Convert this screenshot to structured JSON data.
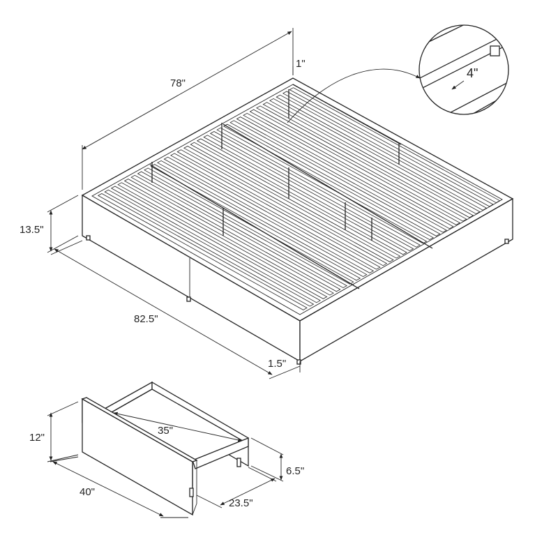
{
  "bed": {
    "length": "78\"",
    "width": "82.5\"",
    "height": "13.5\"",
    "leg_clearance": "1.5\"",
    "top_gap": "1\"",
    "slat_spacing": "4\""
  },
  "drawer": {
    "height": "12\"",
    "depth": "35\"",
    "length": "40\"",
    "width": "23.5\"",
    "inner_height": "6.5\""
  },
  "colors": {
    "line": "#222222",
    "background": "#ffffff"
  }
}
